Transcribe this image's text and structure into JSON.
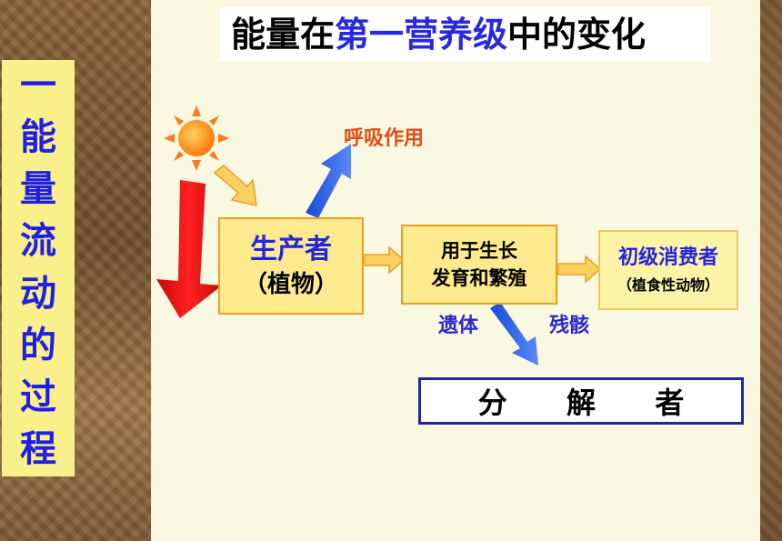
{
  "title": {
    "part1": "能量在",
    "part2": "第一营养级",
    "part3": "中的变化"
  },
  "side_label": [
    "一",
    "能",
    "量",
    "流",
    "动",
    "的",
    "过",
    "程"
  ],
  "producer": {
    "line1": "生产者",
    "line2": "（植物）"
  },
  "growth": {
    "line1": "用于生长",
    "line2": "发育和繁殖"
  },
  "consumer": {
    "line1": "初级消费者",
    "line2": "（植食性动物）"
  },
  "respiration_label": "呼吸作用",
  "remains_label": "遗体",
  "carcass_label": "残骸",
  "decomposer": [
    "分",
    "解",
    "者"
  ],
  "colors": {
    "accent_blue": "#2424e0",
    "orange_label": "#e84a14",
    "red_arrow": "#e81010",
    "box_fill": "#fde98e"
  },
  "icons": [
    "sun-icon"
  ]
}
